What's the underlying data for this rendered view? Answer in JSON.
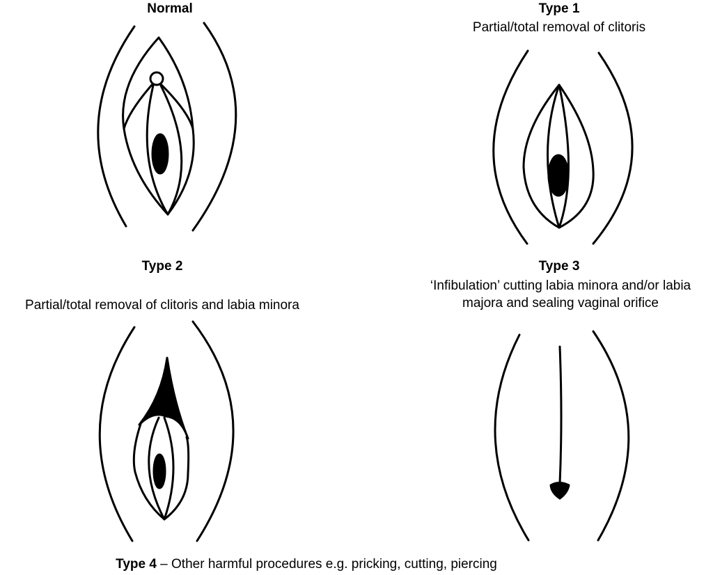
{
  "diagram": {
    "panels": [
      {
        "id": "normal",
        "title": "Normal",
        "description": ""
      },
      {
        "id": "type1",
        "title": "Type 1",
        "description": "Partial/total removal of clitoris"
      },
      {
        "id": "type2",
        "title": "Type 2",
        "description": "Partial/total removal of clitoris and labia minora"
      },
      {
        "id": "type3",
        "title": "Type 3",
        "description_lines": [
          "‘Infibulation’ cutting labia minora and/or labia",
          "majora and sealing vaginal orifice"
        ]
      }
    ],
    "footer": {
      "title": "Type 4",
      "separator": " – ",
      "description": "Other harmful procedures e.g. pricking, cutting, piercing"
    },
    "colors": {
      "line": "#000000",
      "background": "#ffffff"
    }
  }
}
